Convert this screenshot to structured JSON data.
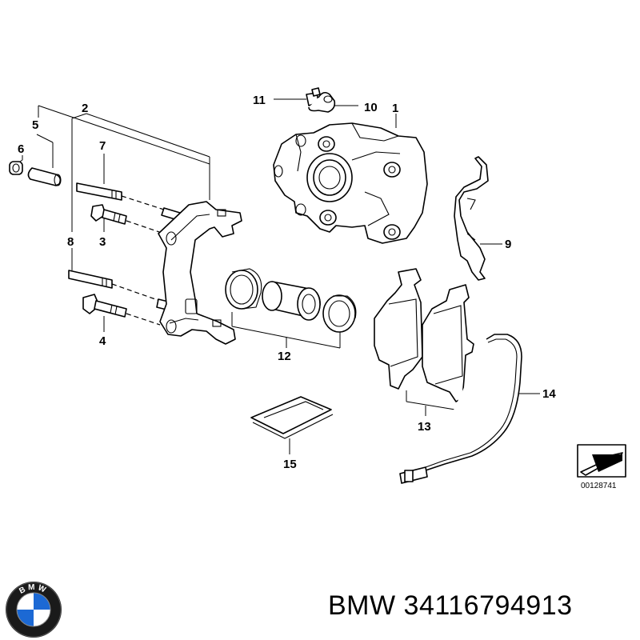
{
  "diagram": {
    "callouts": [
      "1",
      "2",
      "3",
      "4",
      "5",
      "6",
      "7",
      "8",
      "9",
      "10",
      "11",
      "12",
      "13",
      "14",
      "15"
    ],
    "reference_number": "00128741"
  },
  "footer": {
    "brand": "BMW",
    "part_number": "34116794913",
    "logo_letters": "BMW",
    "logo_colors": {
      "blue": "#1c69d4",
      "white": "#ffffff",
      "ring": "#1a1a1a"
    }
  }
}
